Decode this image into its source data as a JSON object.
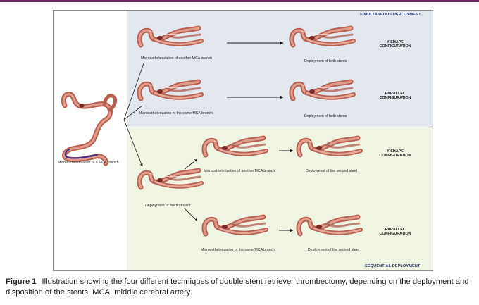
{
  "colors": {
    "accent_rule": "#6d2a63",
    "simultaneous_bg": "#e3e8ee",
    "sequential_bg": "#f0f4e2",
    "panel_title": "#2c3a6b",
    "artery": "#c56b5a",
    "stent": "#3c2f8a"
  },
  "panels": {
    "simultaneous_title": "SIMULTANEOUS DEPLOYMENT",
    "sequential_title": "SEQUENTIAL DEPLOYMENT"
  },
  "labels": {
    "start": "Microcatheterization of a MCA branch",
    "sim_row1_left": "Microcatheterization of another MCA branch",
    "sim_row1_right": "Deployment of both stents",
    "sim_row2_left": "Microcatheterization of the same MCA branch",
    "sim_row2_right": "Deployment of both stents",
    "seq_first": "Deployment of the first stent",
    "seq_row1_mid": "Microcatheterization of another MCA branch",
    "seq_row1_right": "Deployment of the second stent",
    "seq_row2_mid": "Microcatheterization of the same MCA branch",
    "seq_row2_right": "Deployment of the second stent"
  },
  "configurations": {
    "sim_y_line1": "Y-SHAPE",
    "sim_y_line2": "CONFIGURATION",
    "sim_par_line1": "PARALLEL",
    "sim_par_line2": "CONFIGURATION",
    "seq_y_line1": "Y-SHAPE",
    "seq_y_line2": "CONFIGURATION",
    "seq_par_line1": "PARALLEL",
    "seq_par_line2": "CONFIGURATION"
  },
  "caption": {
    "figure_number": "Figure 1",
    "text": "Illustration showing the four different techniques of double stent retriever thrombectomy, depending on the deployment and disposition of the stents. MCA, middle cerebral artery."
  }
}
